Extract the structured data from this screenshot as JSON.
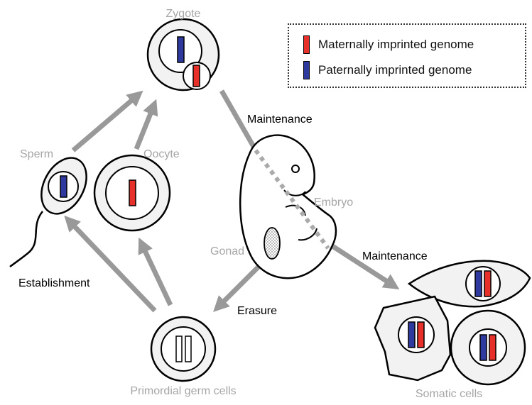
{
  "labels": {
    "zygote": "Zygote",
    "sperm": "Sperm",
    "oocyte": "Oocyte",
    "maintenance_top": "Maintenance",
    "embryo": "Embryo",
    "gonad": "Gonad",
    "maintenance_bottom": "Maintenance",
    "establishment": "Establishment",
    "erasure": "Erasure",
    "primordial_germ_cells": "Primordial germ cells",
    "somatic_cells": "Somatic cells"
  },
  "legend": [
    {
      "label": "Maternally imprinted genome",
      "color": "#e8302b"
    },
    {
      "label": "Paternally imprinted genome",
      "color": "#2f3a9e"
    }
  ],
  "colors": {
    "maternal": "#e8302b",
    "paternal": "#2f3a9e",
    "arrow": "#999999",
    "cell_fill": "#f2f2f2"
  }
}
